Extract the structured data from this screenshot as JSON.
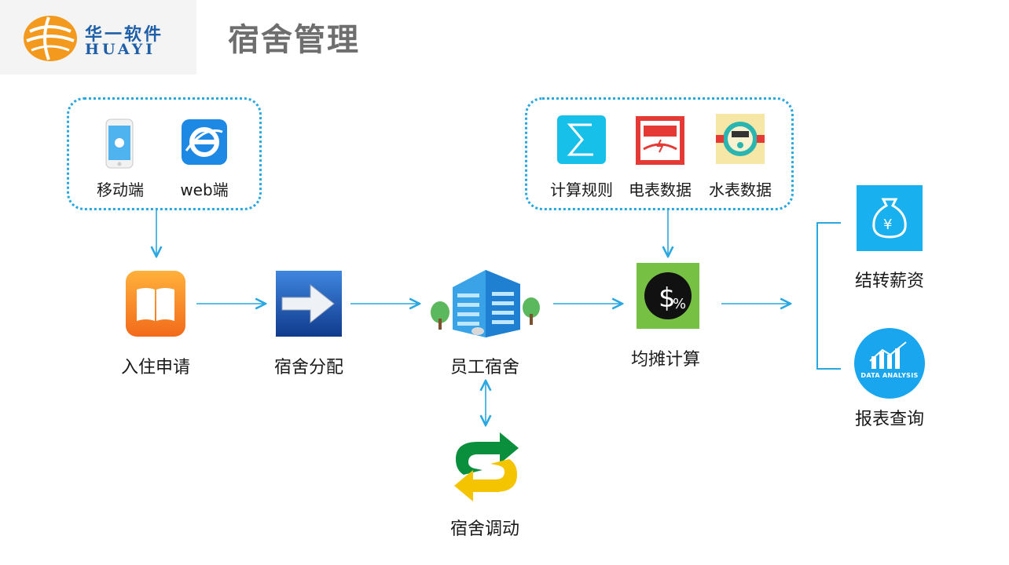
{
  "header": {
    "logo_cn": "华一软件",
    "logo_en": "HUAYI",
    "title": "宿舍管理"
  },
  "clients": {
    "mobile_label": "移动端",
    "web_label": "web端"
  },
  "data_sources": {
    "rules_label": "计算规则",
    "electric_label": "电表数据",
    "water_label": "水表数据"
  },
  "flow": {
    "apply_label": "入住申请",
    "assign_label": "宿舍分配",
    "dorm_label": "员工宿舍",
    "share_label": "均摊计算",
    "transfer_label": "宿舍调动"
  },
  "outputs": {
    "salary_label": "结转薪资",
    "report_label": "报表查询",
    "report_icon_text": "DATA ANALYSIS"
  },
  "colors": {
    "accent": "#29a7e1",
    "title_gray": "#6e6e6e",
    "logo_orange": "#f39a1e",
    "logo_blue": "#1f5fa8"
  }
}
